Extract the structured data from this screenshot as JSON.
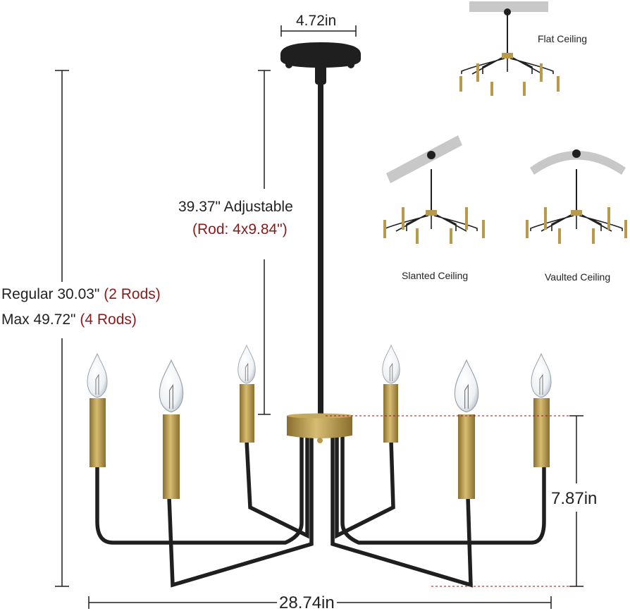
{
  "dimensions": {
    "canopy_width": "4.72in",
    "rod_length": "39.37\" Adjustable",
    "rod_detail": "(Rod: 4x9.84\")",
    "regular_label": "Regular 30.03\" ",
    "regular_rods": "(2 Rods)",
    "max_label": "Max 49.72\" ",
    "max_rods": "(4 Rods)",
    "body_height": "7.87in",
    "overall_width": "28.74in"
  },
  "ceiling_types": {
    "flat": "Flat Ceiling",
    "slanted": "Slanted Ceiling",
    "vaulted": "Vaulted Ceiling"
  },
  "colors": {
    "metal_black": "#1f1f1f",
    "brass": "#b99a4a",
    "accent_red": "#8b1a1a",
    "ceiling_gray": "#c8c8c8"
  }
}
